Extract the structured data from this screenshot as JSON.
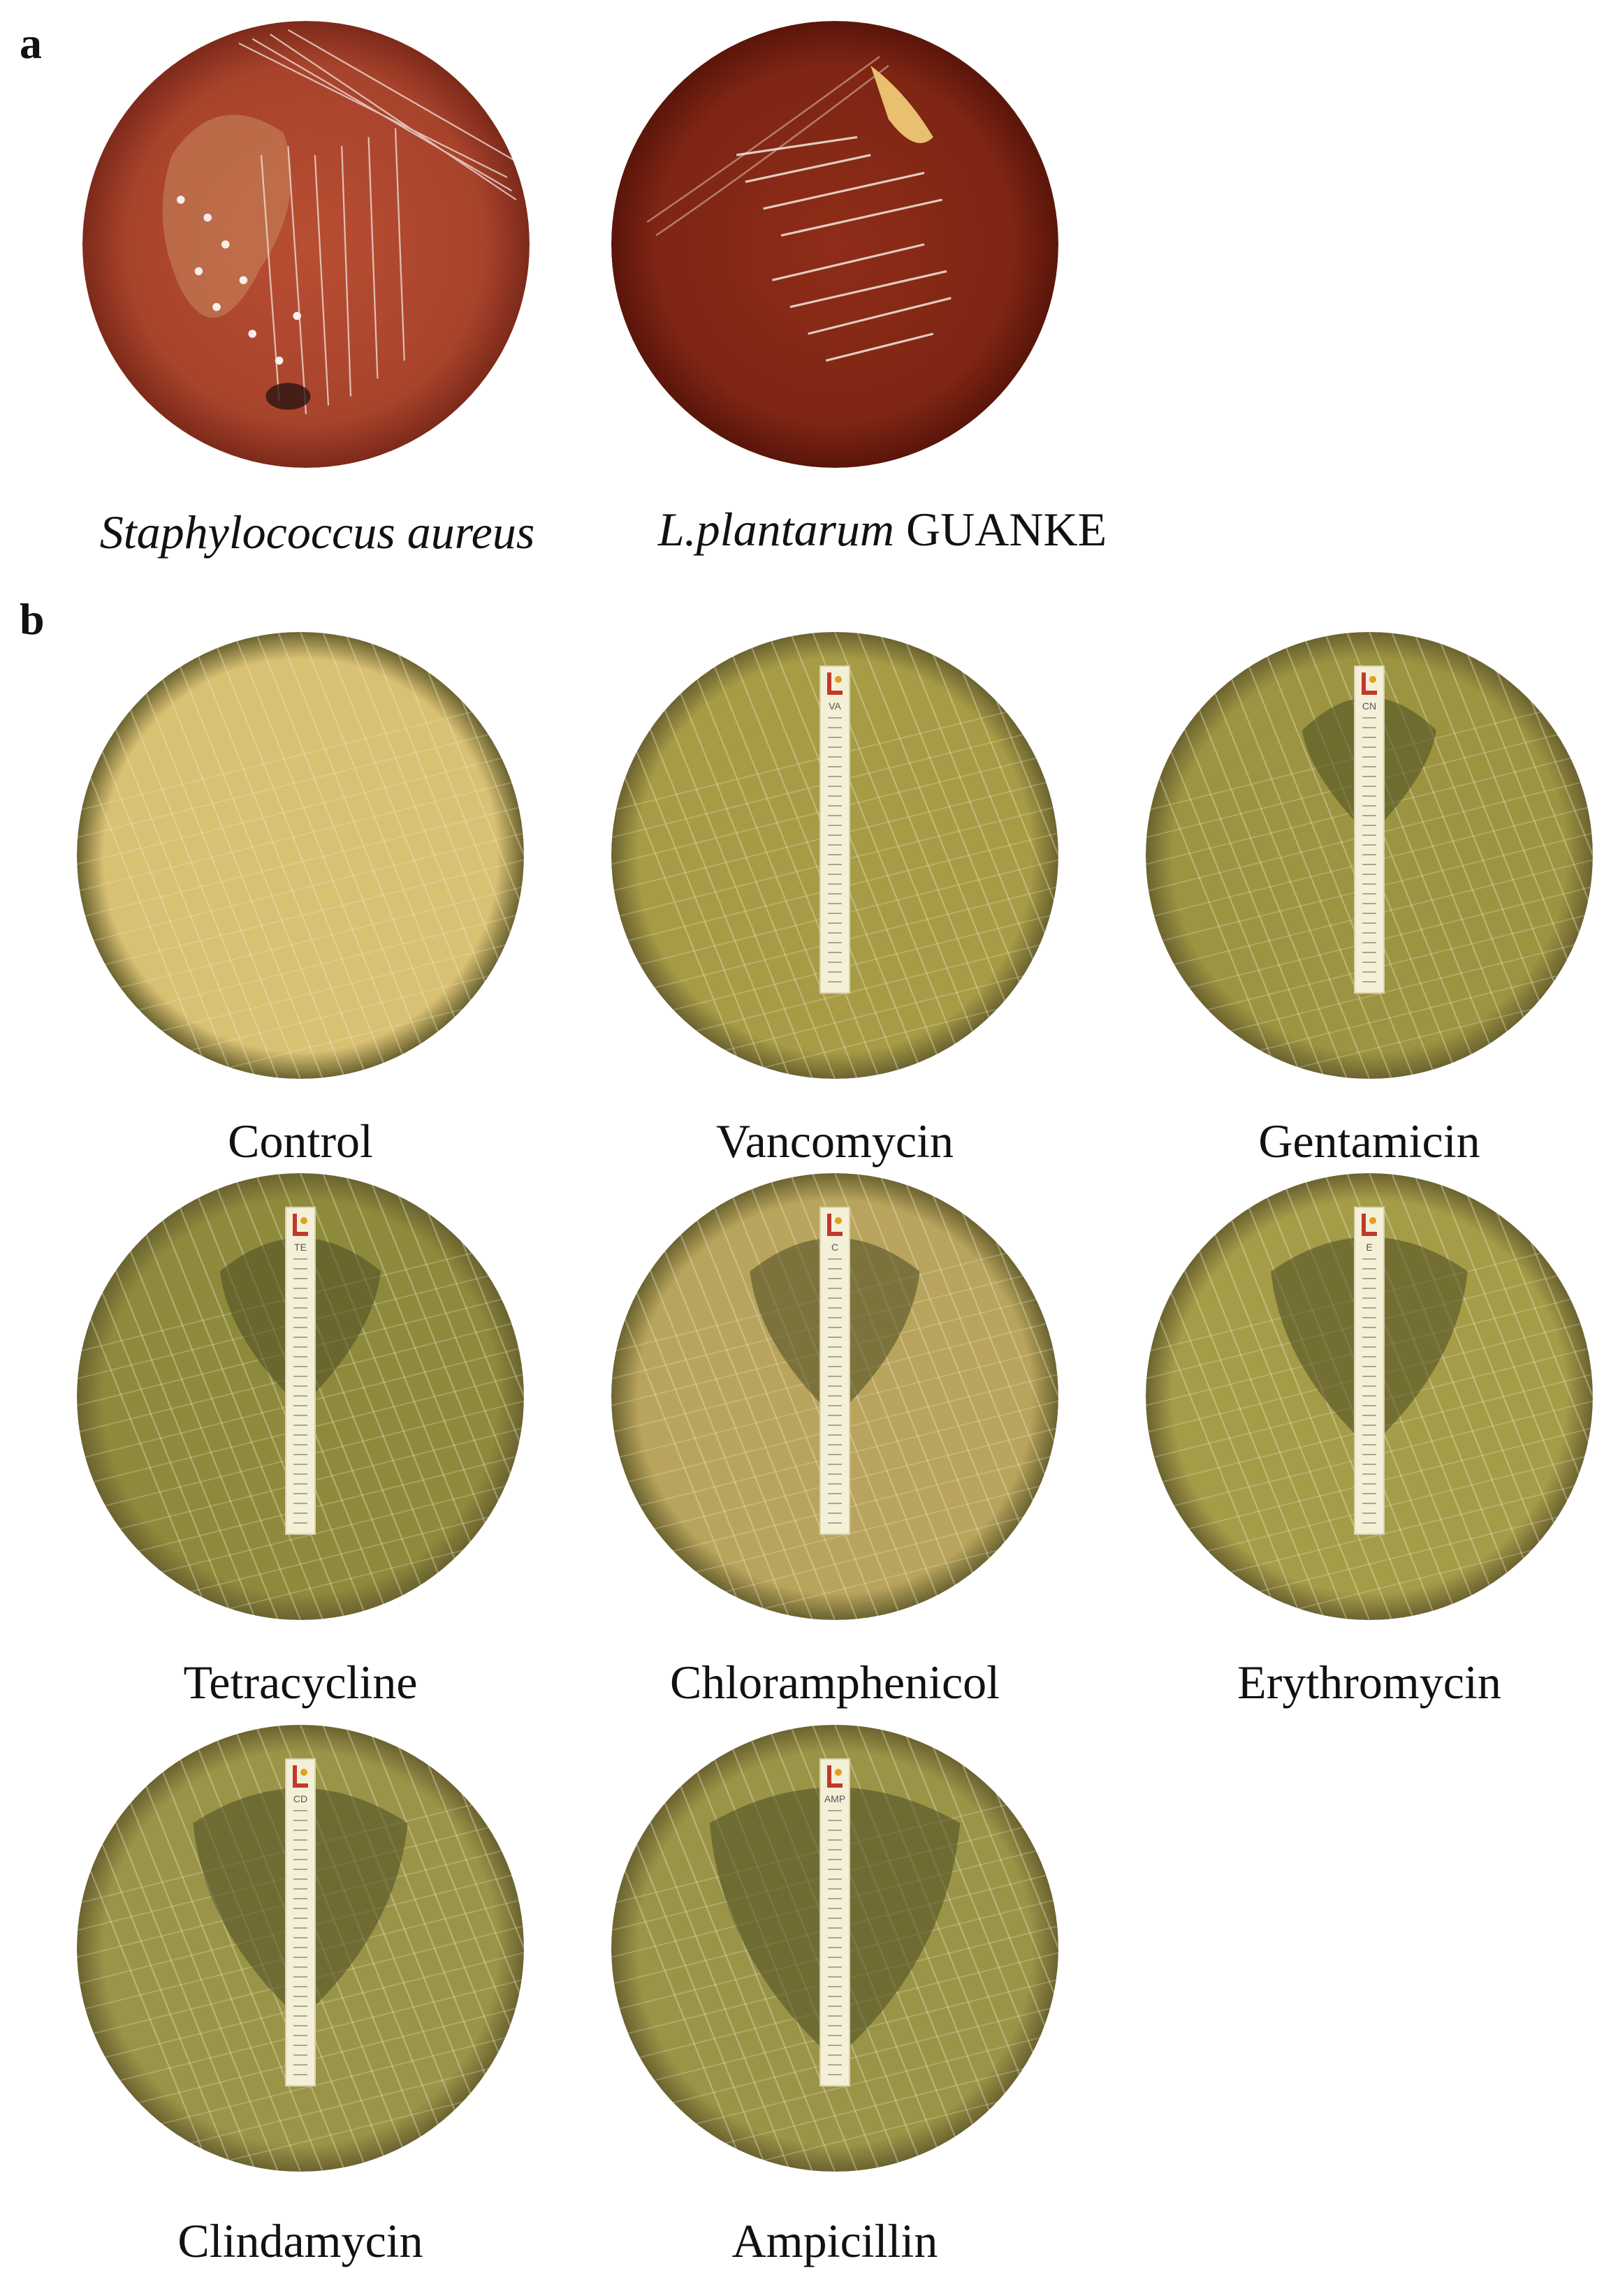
{
  "panel_a": {
    "letter": "a",
    "plates": [
      {
        "id": "s-aureus",
        "caption_italic": "Staphylococcus aureus",
        "caption_plain": "",
        "bg": "#a8432c",
        "rim": "#7d2a1a"
      },
      {
        "id": "l-plantarum",
        "caption_italic": "L.plantarum",
        "caption_plain": " GUANKE",
        "bg": "#7e2514",
        "rim": "#5a150a"
      }
    ]
  },
  "panel_b": {
    "letter": "b",
    "plates": [
      {
        "label": "Control",
        "strip": false,
        "abbr": "",
        "bg": "#d9c173",
        "zone": 0
      },
      {
        "label": "Vancomycin",
        "strip": true,
        "abbr": "VA",
        "bg": "#a79c45",
        "zone": 0
      },
      {
        "label": "Gentamicin",
        "strip": true,
        "abbr": "CN",
        "bg": "#9c9440",
        "zone": 0.35
      },
      {
        "label": "Tetracycline",
        "strip": true,
        "abbr": "TE",
        "bg": "#8e8a3c",
        "zone": 0.5
      },
      {
        "label": "Chloramphenicol",
        "strip": true,
        "abbr": "C",
        "bg": "#b8a45c",
        "zone": 0.55
      },
      {
        "label": "Erythromycin",
        "strip": true,
        "abbr": "E",
        "bg": "#a59c48",
        "zone": 0.7
      },
      {
        "label": "Clindamycin",
        "strip": true,
        "abbr": "CD",
        "bg": "#9a9448",
        "zone": 0.8
      },
      {
        "label": "Ampicillin",
        "strip": true,
        "abbr": "AMP",
        "bg": "#9a9447",
        "zone": 1.0
      }
    ]
  }
}
